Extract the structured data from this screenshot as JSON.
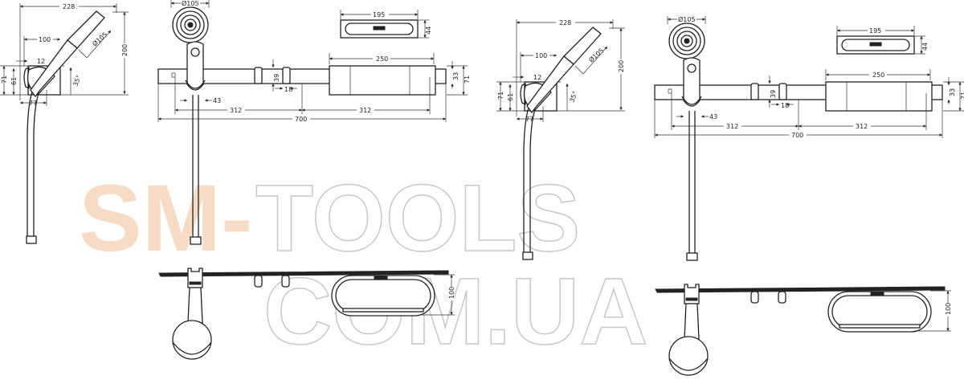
{
  "watermark": {
    "part1": "SM-",
    "part2": "TOOLS",
    "part3": "COM.UA",
    "accent_color": "#f6dcc4",
    "outline_color": "#c8c8c8"
  },
  "side_view": {
    "width_total": "228",
    "width_head": "100",
    "head_diameter": "Ø105",
    "offset": "12",
    "height_bracket": "71",
    "height_inner": "61",
    "angle": "35°",
    "height_total": "200",
    "depth": "77"
  },
  "front_view": {
    "head_diameter": "Ø105",
    "soap_width": "195",
    "soap_height": "44",
    "shelf_width": "250",
    "hook_height": "39",
    "hook_width": "18",
    "rail_height": "33",
    "shelf_height": "71",
    "holder_width": "43",
    "spacing_left": "312",
    "spacing_right": "312",
    "rail_length": "700"
  },
  "bottom_view": {
    "depth": "100"
  }
}
